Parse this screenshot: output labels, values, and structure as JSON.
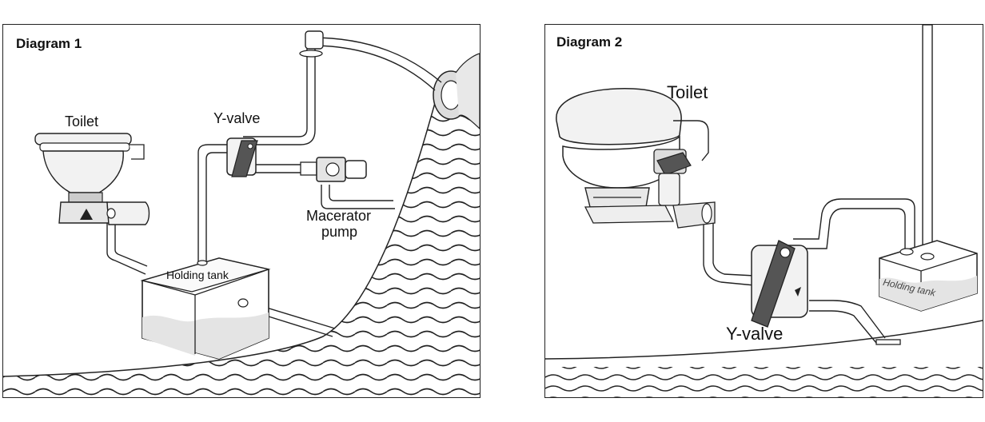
{
  "diagram1": {
    "title": "Diagram 1",
    "labels": {
      "toilet": "Toilet",
      "y_valve": "Y-valve",
      "macerator_line1": "Macerator",
      "macerator_line2": "pump",
      "holding_tank": "Holding tank"
    }
  },
  "diagram2": {
    "title": "Diagram 2",
    "labels": {
      "toilet": "Toilet",
      "y_valve": "Y-valve",
      "holding_tank": "Holding tank"
    }
  },
  "colors": {
    "line": "#222222",
    "water_fill": "#e4e4e4",
    "toilet_fill": "#f2f2f2"
  }
}
